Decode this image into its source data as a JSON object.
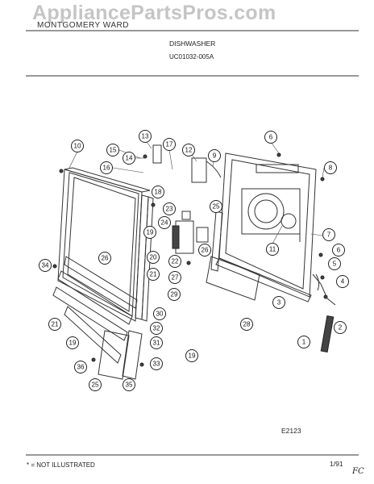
{
  "header": {
    "brand": "MONTGOMERY WARD",
    "watermark": "AppliancePartsPros.com"
  },
  "title": "DISHWASHER",
  "part_number": "UC01032-005A",
  "figure_code": "E2123",
  "footnote": "* = NOT ILLUSTRATED",
  "date": "1/91",
  "handwritten_note": "FC",
  "callouts": [
    "1",
    "2",
    "3",
    "4",
    "5",
    "6",
    "6",
    "7",
    "8",
    "9",
    "10",
    "11",
    "12",
    "13",
    "14",
    "15",
    "16",
    "17",
    "18",
    "19",
    "19",
    "19",
    "19",
    "20",
    "21",
    "21",
    "22",
    "23",
    "24",
    "25",
    "25",
    "26",
    "26",
    "27",
    "28",
    "29",
    "30",
    "31",
    "32",
    "33",
    "34",
    "35",
    "36"
  ]
}
